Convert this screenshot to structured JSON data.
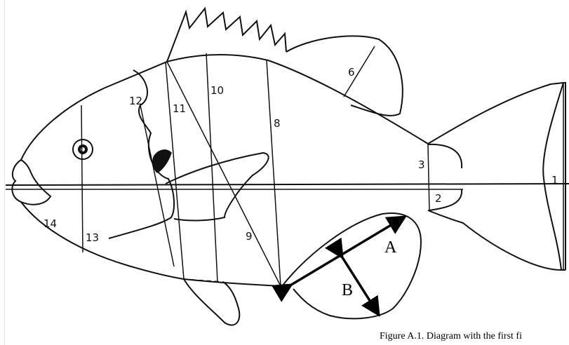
{
  "diagram": {
    "measurement_numbers": [
      "1",
      "2",
      "3",
      "6",
      "8",
      "9",
      "10",
      "11",
      "12",
      "13",
      "14"
    ],
    "arrow_labels": {
      "a": "A",
      "b": "B"
    },
    "caption": "Figure A.1. Diagram with the first fi"
  },
  "colors": {
    "ink": "#111111",
    "accent": "#000000"
  }
}
